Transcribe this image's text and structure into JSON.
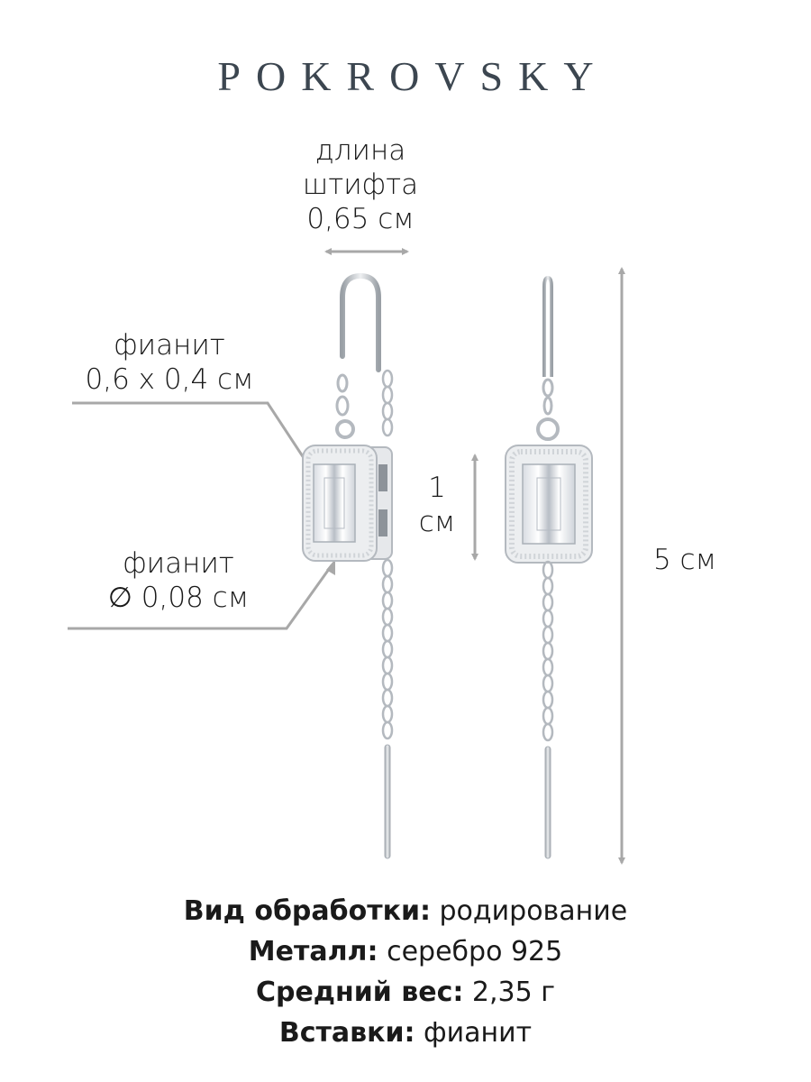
{
  "brand": {
    "name": "POKROVSKY",
    "color": "#3c4650"
  },
  "annotations": {
    "pin_length": {
      "line1": "длина",
      "line2": "штифта",
      "line3": "0,65 см"
    },
    "main_stone": {
      "line1": "фианит",
      "line2": "0,6 х 0,4 см"
    },
    "small_stones": {
      "line1": "фианит",
      "symbol": "∅",
      "line2": "0,08 см"
    },
    "pendant_height": {
      "line1": "1",
      "line2": "см"
    },
    "total_length": {
      "value": "5 см"
    }
  },
  "specs": [
    {
      "label": "Вид обработки:",
      "value": "родирование"
    },
    {
      "label": "Металл:",
      "value": "серебро 925"
    },
    {
      "label": "Средний вес:",
      "value": "2,35 г"
    },
    {
      "label": "Вставки:",
      "value": "фианит"
    }
  ],
  "colors": {
    "arrow": "#a8a8a8",
    "metal": "#c9cdd2",
    "text": "#1a1a1a"
  }
}
